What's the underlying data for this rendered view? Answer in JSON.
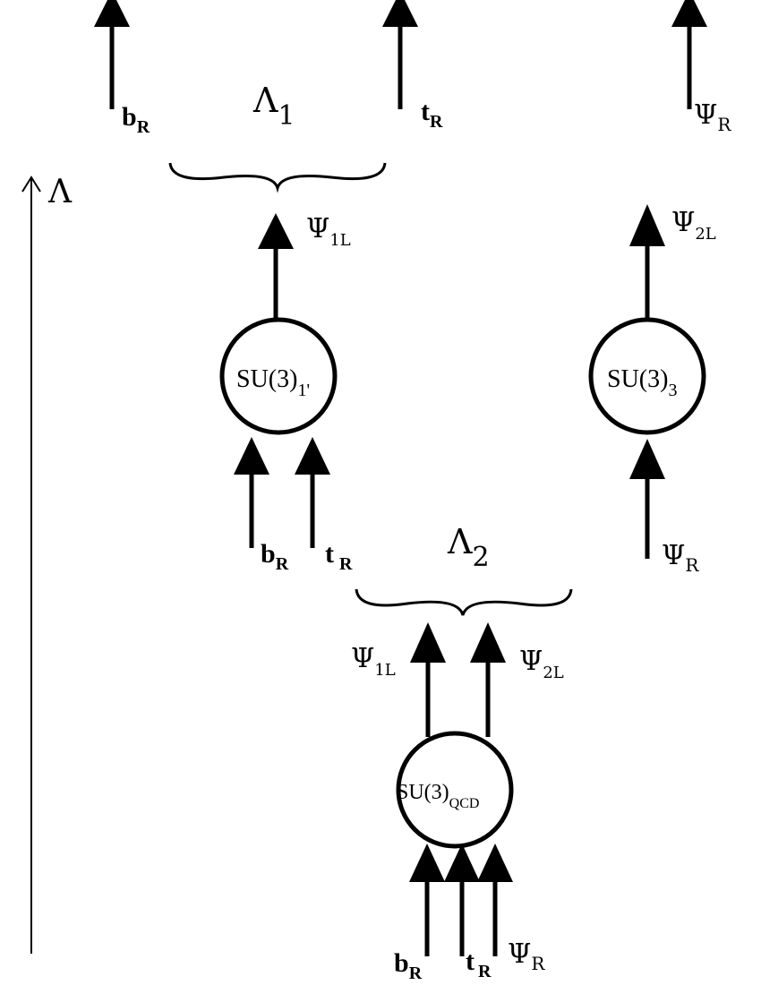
{
  "axis": {
    "label": "Λ"
  },
  "scales": {
    "lambda1": {
      "main": "Λ",
      "sub": "1"
    },
    "lambda2": {
      "main": "Λ",
      "sub": "2"
    }
  },
  "top_outputs": {
    "b_R": {
      "main": "b",
      "sub": "R"
    },
    "t_R": {
      "main": "t",
      "sub": "R"
    },
    "psi_R": {
      "main": "Ψ",
      "sub": "R"
    }
  },
  "groups": {
    "su3_1": {
      "main": "SU(3)",
      "sub": "1'"
    },
    "su3_3": {
      "main": "SU(3)",
      "sub": "3"
    },
    "su3_qcd": {
      "main": "SU(3)",
      "sub": "QCD"
    }
  },
  "middle": {
    "psi_1L": {
      "main": "Ψ",
      "sub": "1L"
    },
    "psi_2L": {
      "main": "Ψ",
      "sub": "2L"
    },
    "b_R": {
      "main": "b",
      "sub": "R"
    },
    "t_R": {
      "main": "t",
      "sub": "R"
    },
    "psi_R": {
      "main": "Ψ",
      "sub": "R"
    }
  },
  "bottom": {
    "psi_1L": {
      "main": "Ψ",
      "sub": "1L"
    },
    "psi_2L": {
      "main": "Ψ",
      "sub": "2L"
    },
    "b_R": {
      "main": "b",
      "sub": "R"
    },
    "t_R": {
      "main": "t",
      "sub": "R"
    },
    "psi_R": {
      "main": "Ψ",
      "sub": "R"
    }
  }
}
